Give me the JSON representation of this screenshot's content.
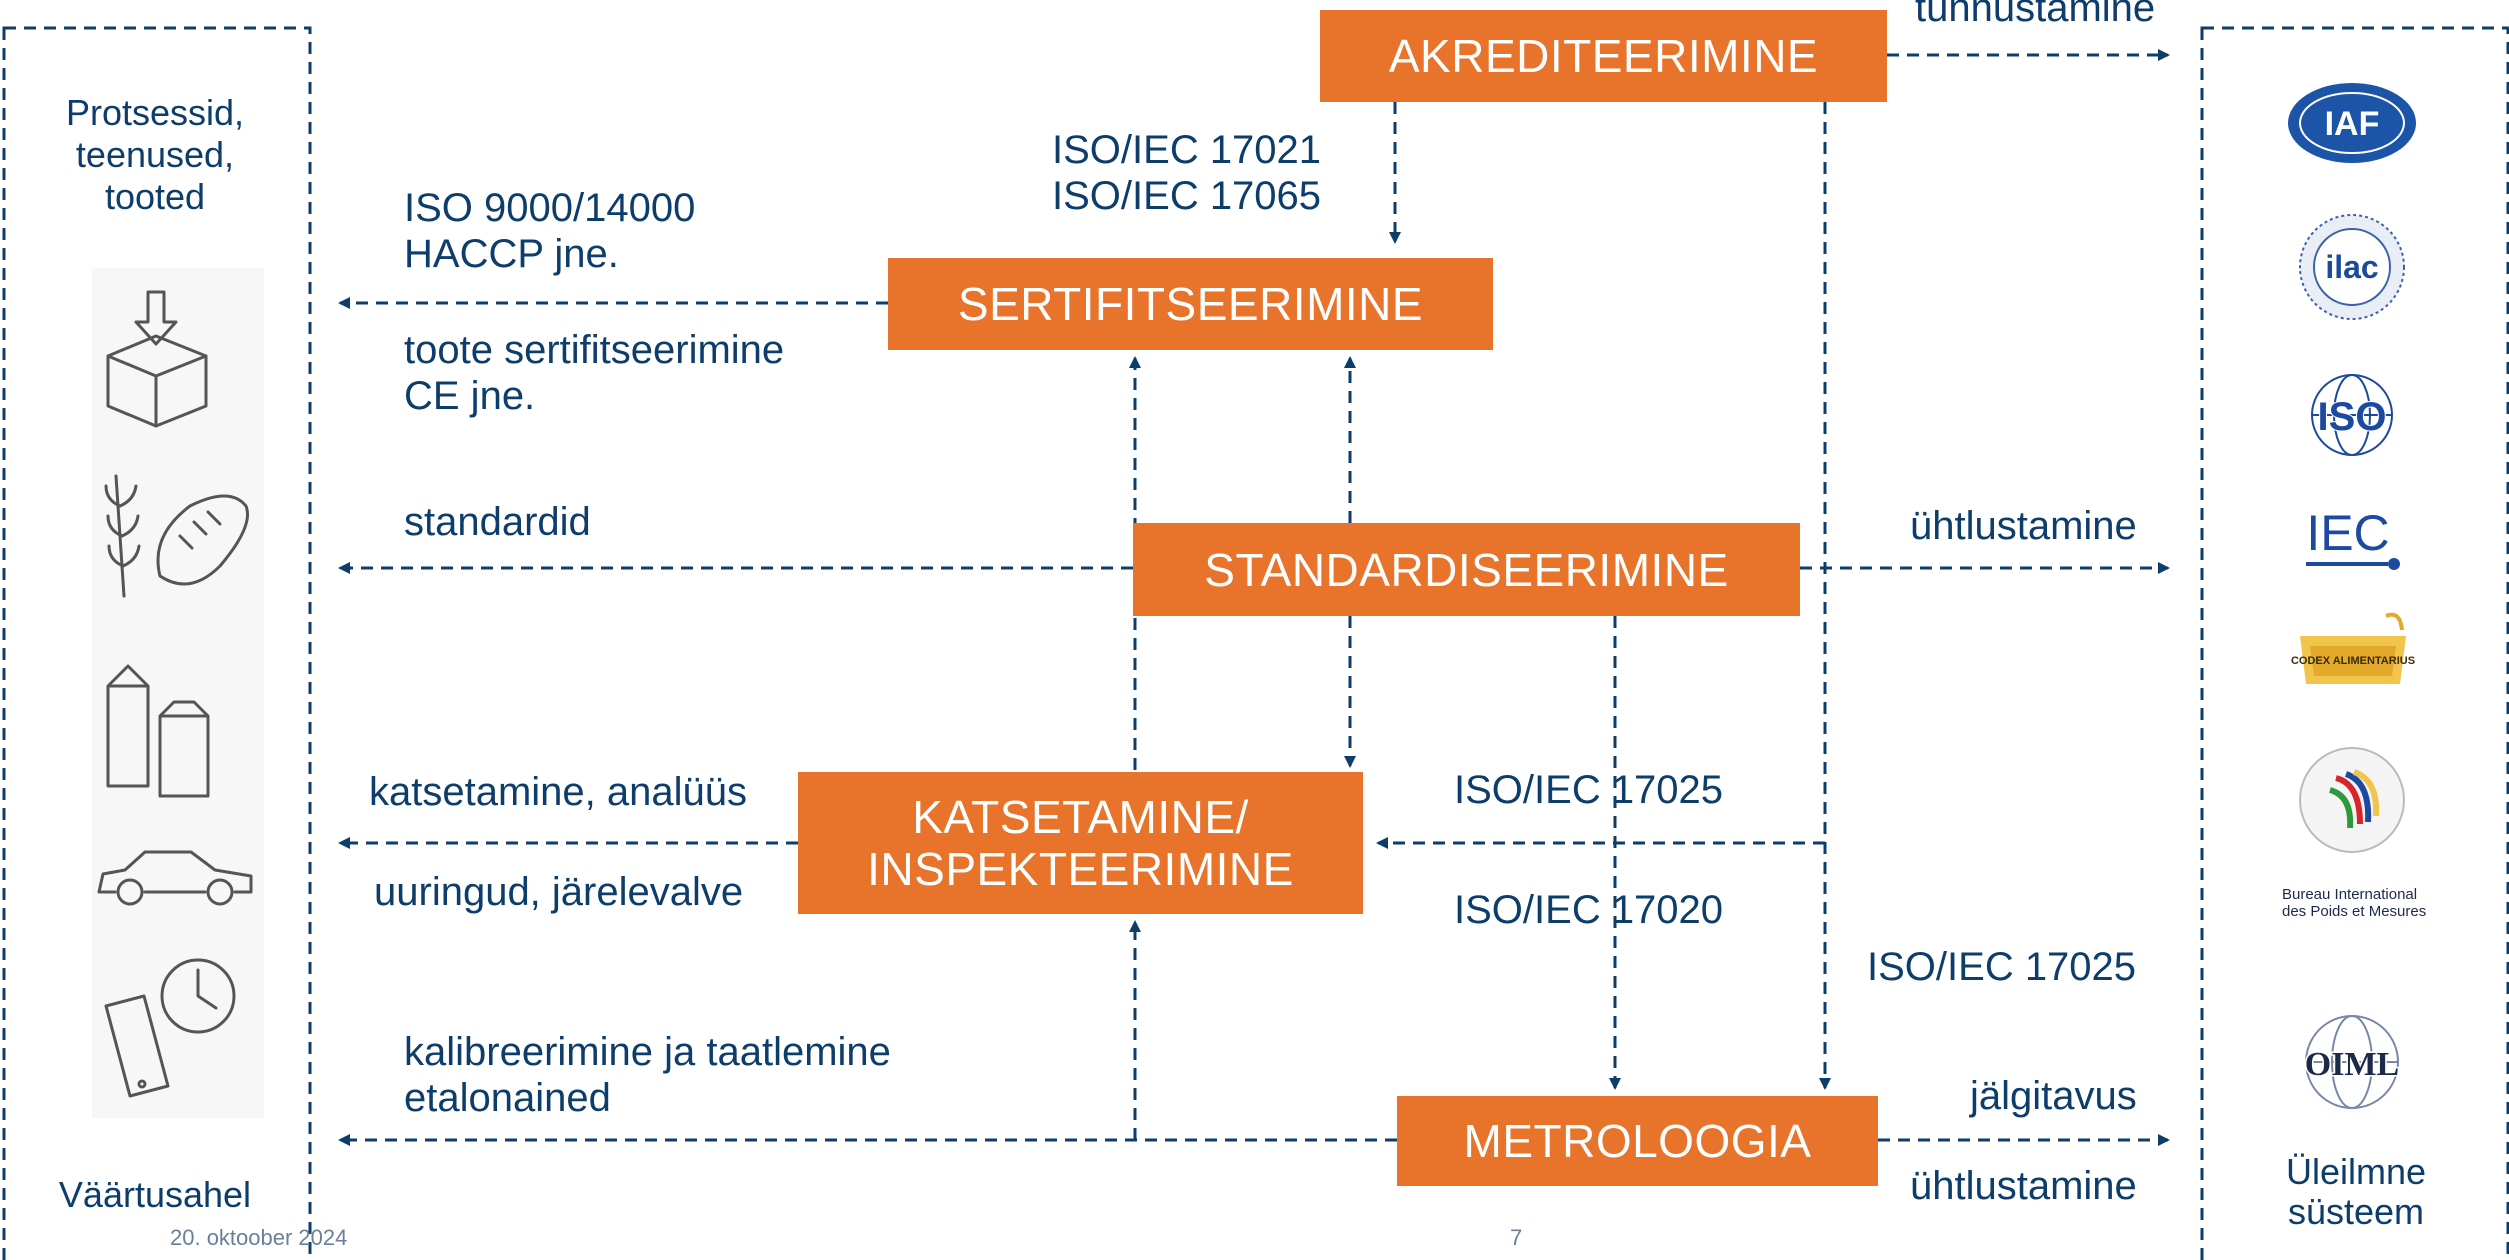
{
  "boxes": {
    "akrediteerimine": "AKREDITEERIMINE",
    "sertifitseerimine": "SERTIFITSEERIMINE",
    "standardiseerimine": "STANDARDISEERIMINE",
    "katsetamine_line1": "KATSETAMINE/",
    "katsetamine_line2": "INSPEKTEERIMINE",
    "metroloogia": "METROLOOGIA"
  },
  "labels": {
    "tunnustamine": "tunnustamine",
    "iso17021": "ISO/IEC 17021",
    "iso17065": "ISO/IEC 17065",
    "iso9000": "ISO 9000/14000",
    "haccp": "HACCP jne.",
    "toote_sert": "toote sertifitseerimine",
    "ce": "CE jne.",
    "standardid": "standardid",
    "uhtlustamine_std": "ühtlustamine",
    "katsetamine_analuus": "katsetamine, analüüs",
    "uuringud": "uuringud, järelevalve",
    "iso17025_a": "ISO/IEC 17025",
    "iso17020": "ISO/IEC 17020",
    "iso17025_b": "ISO/IEC 17025",
    "kalibreerimine": "kalibreerimine ja taatlemine",
    "etalonained": "etalonained",
    "jalgitavus": "jälgitavus",
    "uhtlustamine_met": "ühtlustamine"
  },
  "left_panel": {
    "title_line1": "Protsessid,",
    "title_line2": "teenused,",
    "title_line3": "tooted",
    "footer": "Väärtusahel",
    "icons": [
      "box-icon",
      "wheat-icon",
      "bread-icon",
      "milk-carton-icon",
      "car-icon",
      "phone-icon",
      "clock-icon"
    ]
  },
  "right_panel": {
    "logos": [
      "IAF",
      "ilac",
      "ISO",
      "IEC",
      "CODEX ALIMENTARIUS",
      "WORLD TRADE ORGANIZATION",
      "Bureau International des Poids et Mesures",
      "OIML"
    ],
    "footer_line1": "Üleilmne",
    "footer_line2": "süsteem"
  },
  "footer": {
    "date": "20. oktoober 2024",
    "page": "7"
  },
  "colors": {
    "box": "#e8732a",
    "text": "#0d3d6b",
    "line": "#0d3d6b"
  }
}
